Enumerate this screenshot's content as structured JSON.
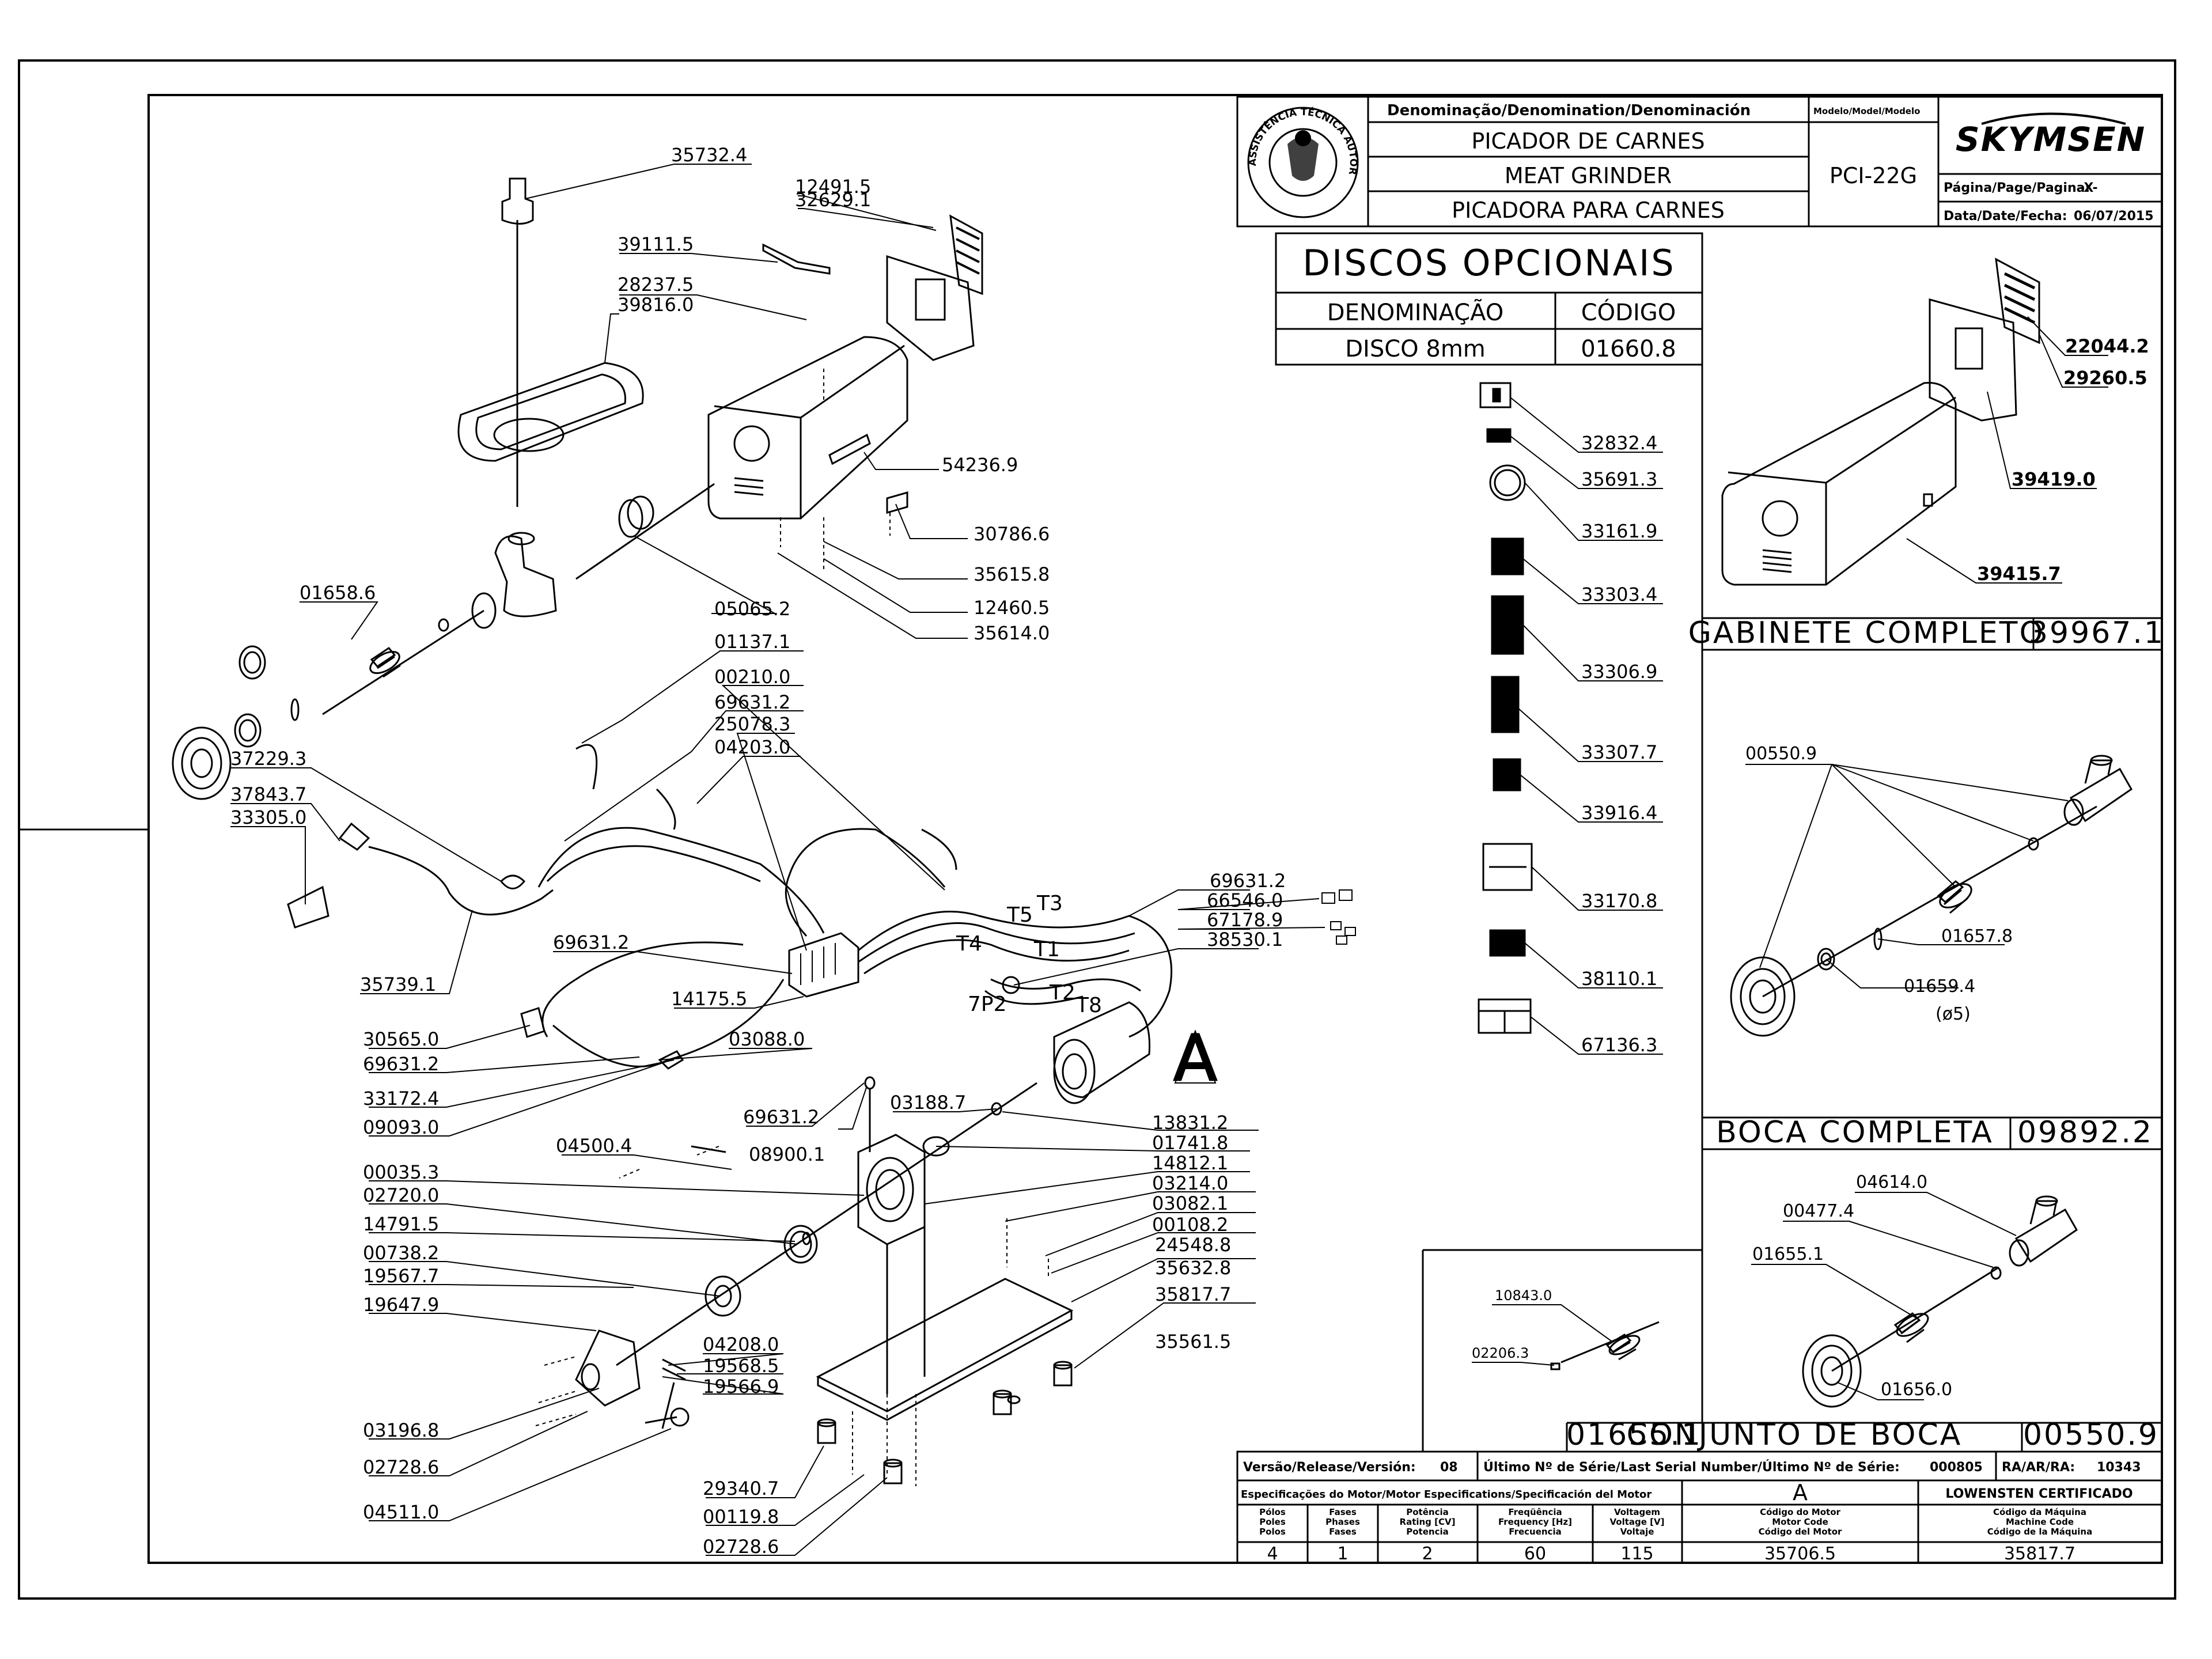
{
  "title_block": {
    "denomination_header": "Denominação/Denomination/Denominación",
    "model_header": "Modelo/Model/Modelo",
    "name_pt": "PICADOR DE CARNES",
    "name_en": "MEAT GRINDER",
    "name_es": "PICADORA  PARA CARNES",
    "model": "PCI-22G",
    "brand": "SKYMSEN",
    "page_label": "Página/Page/Pagina:",
    "page_value": "-X-",
    "date_label": "Data/Date/Fecha:",
    "date_value": "06/07/2015",
    "seal_text": "ASSISTÊNCIA TÉCNICA AUTORIZADA"
  },
  "optional_discs": {
    "title": "DISCOS OPCIONAIS",
    "col_name": "DENOMINAÇÃO",
    "col_code": "CÓDIGO",
    "row_name": "DISCO 8mm",
    "row_code": "01660.8"
  },
  "decals": [
    "32832.4",
    "35691.3",
    "33161.9",
    "33303.4",
    "33306.9",
    "33307.7",
    "33916.4",
    "33170.8",
    "38110.1",
    "67136.3"
  ],
  "cabinet": {
    "labels": [
      "22044.2",
      "29260.5",
      "39419.0",
      "39415.7"
    ],
    "name": "GABINETE COMPLETO",
    "code": "39967.1"
  },
  "mouth": {
    "labels": [
      "00550.9",
      "01657.8",
      "01659.4",
      "(ø5)"
    ],
    "name": "BOCA COMPLETA",
    "code": "09892.2"
  },
  "mouth_set": {
    "labels": [
      "04614.0",
      "00477.4",
      "01655.1",
      "01656.0"
    ],
    "inset_labels": [
      "10843.0",
      "02206.3"
    ],
    "left_code": "01655.1",
    "name": "CONJUNTO DE BOCA",
    "code": "00550.9"
  },
  "release": {
    "release_label": "Versão/Release/Versión:",
    "release_value": "08",
    "serial_label": "Último Nº de Série/Last Serial Number/Último Nº de Série:",
    "serial_value": "000805",
    "ra_label": "RA/AR/RA:",
    "ra_value": "10343"
  },
  "motor": {
    "spec_title": "Especificações do Motor/Motor Especifications/Specificación del Motor",
    "letter": "A",
    "certified": "LOWENSTEN  CERTIFICADO",
    "headers": [
      [
        "Pólos",
        "Poles",
        "Polos"
      ],
      [
        "Fases",
        "Phases",
        "Fases"
      ],
      [
        "Potência",
        "Rating [CV]",
        "Potencia"
      ],
      [
        "Freqüência",
        "Frequency [Hz]",
        "Frecuencia"
      ],
      [
        "Voltagem",
        "Voltage [V]",
        "Voltaje"
      ],
      [
        "Código do Motor",
        "Motor Code",
        "Código del Motor"
      ],
      [
        "Código da Máquina",
        "Machine Code",
        "Código de la Máquina"
      ]
    ],
    "values": [
      "4",
      "1",
      "2",
      "60",
      "115",
      "35706.5",
      "35817.7"
    ]
  },
  "main_labels": {
    "top": [
      "35732.4",
      "12491.5",
      "32629.1",
      "39111.5",
      "28237.5",
      "39816.0",
      "54236.9",
      "30786.6",
      "35615.8",
      "12460.5",
      "35614.0",
      "01658.6",
      "05065.2",
      "01137.1",
      "00210.0",
      "69631.2",
      "25078.3",
      "04203.0",
      "37229.3",
      "37843.7",
      "33305.0",
      "35739.1"
    ],
    "middle": [
      "69631.2",
      "66546.0",
      "67178.9",
      "38530.1",
      "69631.2",
      "14175.5",
      "30565.0",
      "69631.2",
      "03088.0",
      "33172.4",
      "09093.0",
      "69631.2",
      "08900.1",
      "04500.4",
      "03188.7",
      "13831.2",
      "01741.8",
      "00035.3",
      "14812.1",
      "03214.0",
      "02720.0",
      "03082.1",
      "14791.5",
      "00108.2",
      "00738.2",
      "24548.8",
      "19567.7",
      "35632.8",
      "19647.9",
      "35817.7",
      "35561.5",
      "04208.0",
      "19568.5",
      "19566.9",
      "03196.8",
      "02728.6",
      "04511.0",
      "29340.7",
      "00119.8",
      "02728.6"
    ],
    "terminals": [
      "T3",
      "T5",
      "T4",
      "T1",
      "T2",
      "T8",
      "7P2"
    ],
    "motor_letter": "A"
  }
}
